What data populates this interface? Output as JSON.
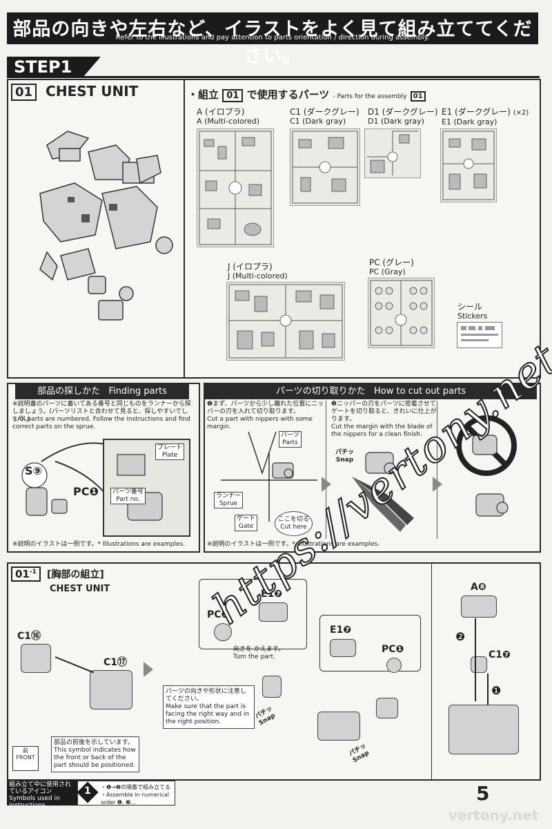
{
  "banner": {
    "title_jp": "部品の向きや左右など、イラストをよく見て組み立ててください。",
    "title_en": "Refer to the illustrations and pay attention to parts orientation / direction during assembly."
  },
  "step": {
    "label": "STEP1"
  },
  "section01": {
    "number": "01",
    "title": "CHEST UNIT"
  },
  "parts_used": {
    "heading_jp_1": "・組立",
    "heading_num": "01",
    "heading_jp_2": "で使用するパーツ",
    "heading_en": "- Parts for the assembly",
    "heading_en_num": "01",
    "runners": [
      {
        "jp": "A (イロプラ)",
        "en": "A (Multi-colored)"
      },
      {
        "jp": "C1 (ダークグレー)",
        "en": "C1 (Dark gray)"
      },
      {
        "jp": "D1 (ダークグレー)",
        "en": "D1 (Dark gray)"
      },
      {
        "jp": "E1 (ダークグレー)",
        "en": "E1 (Dark gray)",
        "extra": "(×2)"
      },
      {
        "jp": "J (イロプラ)",
        "en": "J (Multi-colored)"
      },
      {
        "jp": "PC (グレー)",
        "en": "PC (Gray)"
      },
      {
        "jp": "シール",
        "en": "Stickers"
      }
    ]
  },
  "finding_parts": {
    "header_jp": "部品の探しかた",
    "header_en": "Finding parts",
    "note_jp": "※説明書のパーツに書いてある番号と同じものをランナーから探しましょう。(パーツリストと合わせて見ると、探しやすいでしょう。)",
    "note_en": "* All parts are numbered. Follow the instructions and find correct parts on the sprue.",
    "label_s9": "S⑨",
    "label_pc1": "PC❶",
    "label_plate_jp": "プレート",
    "label_plate_en": "Plate",
    "label_partno_jp": "パーツ番号",
    "label_partno_en": "Part no.",
    "footer": "※説明のイラストは一例です。* Illustrations are examples."
  },
  "cut_parts": {
    "header_jp": "パーツの切り取りかた",
    "header_en": "How to cut out parts",
    "step1_jp": "❶まず、パーツから少し離れた位置にニッパーの刃を入れて切り取ります。",
    "step1_en": "Cut a part with nippers with some margin.",
    "step2_jp": "❷ニッパーの刃をパーツに密着させてゲートを切り取ると、きれいに仕上がります。",
    "step2_en": "Cut the margin with the blade of the nippers for a clean finish.",
    "label_parts_jp": "パーツ",
    "label_parts_en": "Parts",
    "label_sprue_jp": "ランナー",
    "label_sprue_en": "Sprue",
    "label_gate_jp": "ゲート",
    "label_gate_en": "Gate",
    "label_cuthere_jp": "ここを切る",
    "label_cuthere_en": "Cut here",
    "label_snap_jp": "パチッ",
    "label_snap_en": "Snap",
    "footer": "※説明のイラストは一例です。* Illustrations are examples."
  },
  "section01_1": {
    "number": "01",
    "sub": "-1",
    "title_jp": "[胸部の組立]",
    "title_en": "CHEST UNIT",
    "labels": {
      "c1_16": "C1⑯",
      "c1_17": "C1⑰",
      "pc1_a": "PC❶",
      "e1_7_a": "E1❼",
      "e1_7_b": "E1❼",
      "pc1_b": "PC❶",
      "a8": "A❽",
      "c1_7": "C1❼",
      "step2": "❷",
      "step1": "❶"
    },
    "turn_jp": "向きを かえます。",
    "turn_en": "Turn the part.",
    "caution_jp": "パーツの向きや形状に注意してください。",
    "caution_en": "Make sure that the part is facing the right way and in the right position.",
    "snap_jp": "パチッ",
    "snap_en": "Snap",
    "front_note_jp": "部品の前後を示しています。",
    "front_note_en": "This symbol indicates how the front or back of the part should be positioned.",
    "front_label_jp": "前",
    "front_label_en": "FRONT"
  },
  "footer": {
    "icon_label_jp": "組み立て中に使用されているアイコン",
    "icon_label_en": "Symbols used in instructions",
    "order_num": "1",
    "order_jp": "・❶→❷の順番で組み立てる",
    "order_en": "・Assemble in numerical order ❶, ❷...",
    "page_number": "5",
    "site": "vertony.net"
  },
  "watermark": "https://vertony.net/"
}
